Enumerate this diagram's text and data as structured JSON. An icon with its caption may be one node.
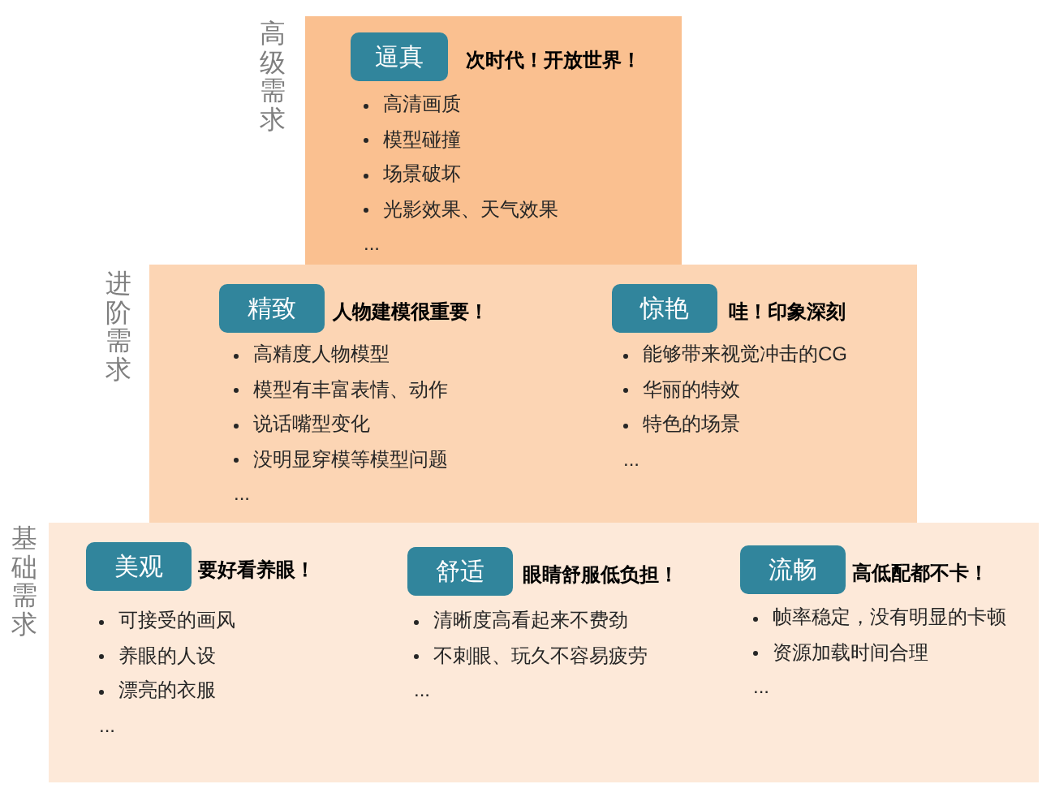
{
  "diagram": {
    "nodes": [
      {
        "text": [
          "高级需求"
        ]
      },
      {
        "text": [
          "逼真"
        ],
        "in": 0,
        "beside": [
          "次时代！开放世界！",
          "高清画质",
          "模型碰撞",
          "场景破坏",
          "光影效果、天气效果",
          "..."
        ]
      },
      {
        "text": [
          "进阶需求"
        ]
      },
      {
        "text": [
          "精致"
        ],
        "in": 2,
        "beside": [
          "人物建模很重要！",
          "高精度人物模型",
          "模型有丰富表情、动作",
          "说话嘴型变化",
          "没明显穿模等模型问题",
          "..."
        ]
      },
      {
        "text": [
          "惊艳"
        ],
        "in": 2,
        "beside": [
          "哇！印象深刻",
          "能够带来视觉冲击的CG",
          "华丽的特效",
          "特色的场景",
          "..."
        ]
      },
      {
        "text": [
          "基础需求"
        ]
      },
      {
        "text": [
          "美观"
        ],
        "in": 5,
        "beside": [
          "要好看养眼！",
          "可接受的画风",
          "养眼的人设",
          "漂亮的衣服",
          "..."
        ]
      },
      {
        "text": [
          "舒适"
        ],
        "in": 5,
        "beside": [
          "眼睛舒服低负担！",
          "清晰度高看起来不费劲",
          "不刺眼、玩久不容易疲劳",
          "..."
        ]
      },
      {
        "text": [
          "流畅"
        ],
        "in": 5,
        "beside": [
          "高低配都不卡！",
          "帧率稳定，没有明显的卡顿",
          "资源加载时间合理",
          "..."
        ]
      }
    ]
  }
}
